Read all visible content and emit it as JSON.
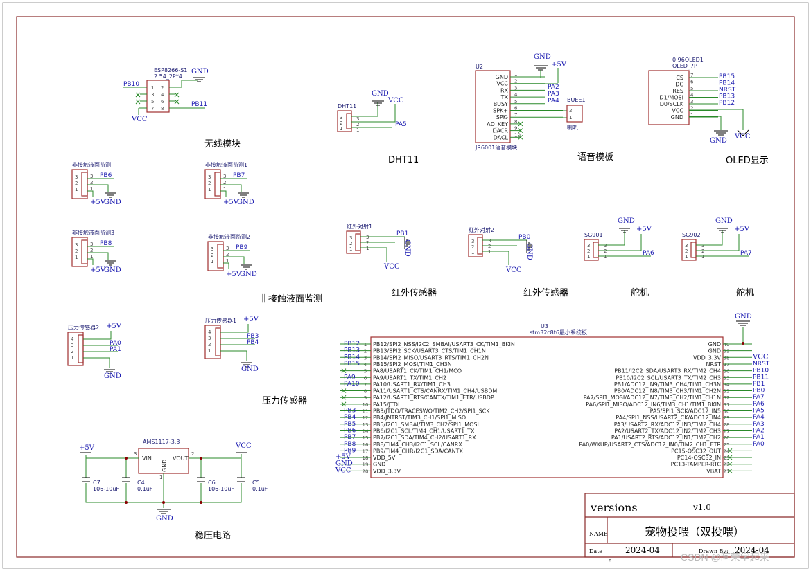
{
  "sections": {
    "wireless": "无线模块",
    "dht11": "DHT11",
    "voice": "语音模板",
    "oled": "OLED显示",
    "level": "非接触液面监测",
    "ir1": "红外传感器",
    "ir2": "红外传感器",
    "servo1": "舵机",
    "servo2": "舵机",
    "pressure": "压力传感器",
    "regulator": "稳压电路"
  },
  "esp": {
    "ref": "ESP8266-S1",
    "val": "2.54_2P*4",
    "pins": [
      "1",
      "2",
      "3",
      "4",
      "5",
      "6",
      "7",
      "8"
    ]
  },
  "dht": {
    "ref": "DHT11",
    "pins": [
      "3",
      "2",
      "1"
    ]
  },
  "u2": {
    "ref": "U2",
    "val": "JR6001语音模块",
    "pins": [
      "GND",
      "VCC",
      "RX",
      "TX",
      "BUSY",
      "SPK+",
      "SPK-",
      "AD_KEY",
      "DACR",
      "DACL"
    ],
    "nums": [
      "1",
      "2",
      "3",
      "4",
      "5",
      "6",
      "7",
      "8",
      "9",
      "10"
    ]
  },
  "buee": {
    "ref": "BUEE1",
    "val": "喇叭",
    "pins": [
      "2",
      "1"
    ]
  },
  "oled": {
    "ref": "0.96OLED1",
    "val": "OLED_7P",
    "pins": [
      "CS",
      "DC",
      "RES",
      "D1/MOSI",
      "D0/SCLK",
      "VCC",
      "GND"
    ],
    "nums": [
      "7",
      "6",
      "5",
      "4",
      "3",
      "2",
      "1"
    ]
  },
  "lvl": [
    {
      "ref": "非接触液面监测",
      "net": "PB6"
    },
    {
      "ref": "非接触液面监测1",
      "net": "PB7"
    },
    {
      "ref": "非接触液面监测3",
      "net": "PB8"
    },
    {
      "ref": "非接触液面监测2",
      "net": "PB9"
    }
  ],
  "ir": [
    {
      "ref": "红外对射1",
      "net": "PB1"
    },
    {
      "ref": "红外对射2",
      "net": "PB0"
    }
  ],
  "sg": [
    {
      "ref": "SG901",
      "net": "PA6"
    },
    {
      "ref": "SG902",
      "net": "PA7"
    }
  ],
  "press": [
    {
      "ref": "压力传感器2",
      "nets": [
        "PA0",
        "PA1"
      ]
    },
    {
      "ref": "压力传感器1",
      "nets": [
        "PB3",
        "PB4"
      ]
    }
  ],
  "power": {
    "gnd": "GND",
    "vcc": "VCC",
    "p5v": "+5V"
  },
  "reg": {
    "ref": "AMS1117-3.3",
    "vin": "VIN",
    "vout": "VOUT",
    "gnd": "GND",
    "pin1": "1",
    "pin2": "2",
    "pin3": "3",
    "c7": "C7",
    "c7v": "106-10uF",
    "c4": "C4",
    "c4v": "0.1uF",
    "c6": "C6",
    "c6v": "106-10uF",
    "c5": "C5",
    "c5v": "0.1uF"
  },
  "u3": {
    "ref": "U3",
    "val": "stm32c8t6最小系统板",
    "left": [
      {
        "n": "1",
        "t": "PB12/SPI2_NSS/I2C2_SMBAI/USART3_CK/TIM1_BKIN",
        "net": "PB12"
      },
      {
        "n": "2",
        "t": "PB13/SPI2_SCK/USART3_CTS/TIM1_CH1N",
        "net": "PB13"
      },
      {
        "n": "3",
        "t": "PB14/SPI2_MISO/USART3_RTS/TIM1_CH2N",
        "net": "PB14"
      },
      {
        "n": "4",
        "t": "PB15/SPI2_MOSI/TIM1_CH3N",
        "net": "PB15"
      },
      {
        "n": "5",
        "t": "PA8/USART1_CK/TIM1_CH1/MCO",
        "net": ""
      },
      {
        "n": "6",
        "t": "PA9/USART1_TX/TIM1_CH2",
        "net": "PA9"
      },
      {
        "n": "7",
        "t": "PA10/USART1_RX/TIM1_CH3",
        "net": "PA10"
      },
      {
        "n": "8",
        "t": "PA11/USART1_CTS/CANRX/TIM1_CH4/USBDM",
        "net": ""
      },
      {
        "n": "9",
        "t": "PA12/USART1_RTS/CANTX/TIM1_ETR/USBDP",
        "net": ""
      },
      {
        "n": "10",
        "t": "PA15/JTDI",
        "net": ""
      },
      {
        "n": "11",
        "t": "PB3/JTDO/TRACESWO/TIM2_CH2/SPI1_SCK",
        "net": "PB3"
      },
      {
        "n": "12",
        "t": "PB4/JNTRST/TIM3_CH1/SPI1_MISO",
        "net": "PB4"
      },
      {
        "n": "13",
        "t": "PB5/I2C1_SMBAI/TIM3_CH2/SPI1_MOSI",
        "net": "PB5"
      },
      {
        "n": "14",
        "t": "PB6/I2C1_SCL/TIM4_CH1/USART1_TX",
        "net": "PB6"
      },
      {
        "n": "15",
        "t": "PB7/I2C1_SDA/TIM4_CH2/USART1_RX",
        "net": "PB7"
      },
      {
        "n": "16",
        "t": "PB8/TIM4_CH3/I2C1_SCL/CANRX",
        "net": "PB8"
      },
      {
        "n": "17",
        "t": "PB9/TIM4_CHR/I2C1_SDA/CANTX",
        "net": "PB9"
      },
      {
        "n": "18",
        "t": "VDD_5V",
        "net": "+5V"
      },
      {
        "n": "19",
        "t": "GND",
        "net": "GND"
      },
      {
        "n": "20",
        "t": "VDD_3.3V",
        "net": "VCC"
      }
    ],
    "right": [
      {
        "n": "40",
        "t": "GND",
        "net": ""
      },
      {
        "n": "39",
        "t": "GND",
        "net": ""
      },
      {
        "n": "38",
        "t": "VDD_3.3V",
        "net": "VCC"
      },
      {
        "n": "37",
        "t": "NRST",
        "net": "NRST"
      },
      {
        "n": "36",
        "t": "PB11/I2C2_SDA/USART3_RX/TIM2_CH4",
        "net": "PB10"
      },
      {
        "n": "35",
        "t": "PB10/I2C2_SCL/USART3_TX/TIM2_CH3",
        "net": "PB11"
      },
      {
        "n": "34",
        "t": "PB1/ADC12_IN9/TIM3_CH4/TIM1_CH3N",
        "net": "PB1"
      },
      {
        "n": "33",
        "t": "PB0/ADC12_IN8/TIM3_CH3/TIM1_CH2N",
        "net": "PB0"
      },
      {
        "n": "32",
        "t": "PA7/SPI1_MOSI/ADC12_IN7/TIM3_CH2/TIM1_CH1N",
        "net": "PA7"
      },
      {
        "n": "31",
        "t": "PA6/SPI1_MISO/ADC12_IN6/TIM3_CH1/TIM1_BKIN",
        "net": "PA6"
      },
      {
        "n": "30",
        "t": "PA5/SPI1_SCK/ADC12_IN5",
        "net": "PA5"
      },
      {
        "n": "29",
        "t": "PA4/SPI1_NSS/USART2_CK/ADC12_IN4",
        "net": "PA4"
      },
      {
        "n": "28",
        "t": "PA3/USART2_RX/ADC12_IN3/TIM2_CH4",
        "net": "PA3"
      },
      {
        "n": "27",
        "t": "PA2/USART2_TX/ADC12_IN2/TIM2_CH3",
        "net": "PA2"
      },
      {
        "n": "26",
        "t": "PA1/USART2_RTS/ADC12_IN1/TIM2_CH2",
        "net": "PA1"
      },
      {
        "n": "25",
        "t": "PA0/WKUP/USART2_CTS/ADC12_IN0/TIM2_CH1_ETR",
        "net": "PA0"
      },
      {
        "n": "24",
        "t": "PC15-OSC32_OUT",
        "net": ""
      },
      {
        "n": "23",
        "t": "PC14-OSC32_IN",
        "net": ""
      },
      {
        "n": "22",
        "t": "PC13-TAMPER-RTC",
        "net": ""
      },
      {
        "n": "21",
        "t": "VBAT",
        "net": ""
      }
    ]
  },
  "titleblock": {
    "versions_label": "versions",
    "version": "v1.0",
    "name_label": "NAME",
    "name": "宠物投喂（双投喂）",
    "date_label": "Date",
    "date": "2024-04",
    "drawn_label": "Drawn By:",
    "drawn": "2024-04",
    "page": "5"
  },
  "watermark": "CSDN @阿荣学起来"
}
